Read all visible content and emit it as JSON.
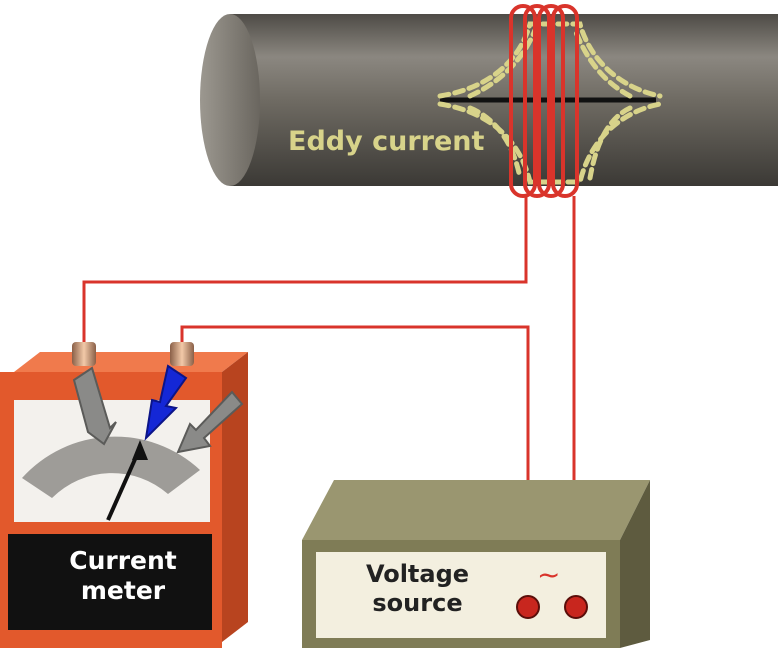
{
  "labels": {
    "eddy_current": "Eddy current",
    "current_meter": "Current\nmeter",
    "voltage_source": "Voltage\nsource",
    "ac_symbol": "~"
  },
  "colors": {
    "pipe": "#6f6b63",
    "eddy_current": "#d8d38a",
    "wire": "#d9342b",
    "coil": "#d9342b",
    "meter_case": "#e2592c",
    "meter_label_panel": "#111111",
    "needle_arrow": "#1427d6",
    "source_box": "#7f7c56",
    "source_panel": "#f3efdf"
  }
}
